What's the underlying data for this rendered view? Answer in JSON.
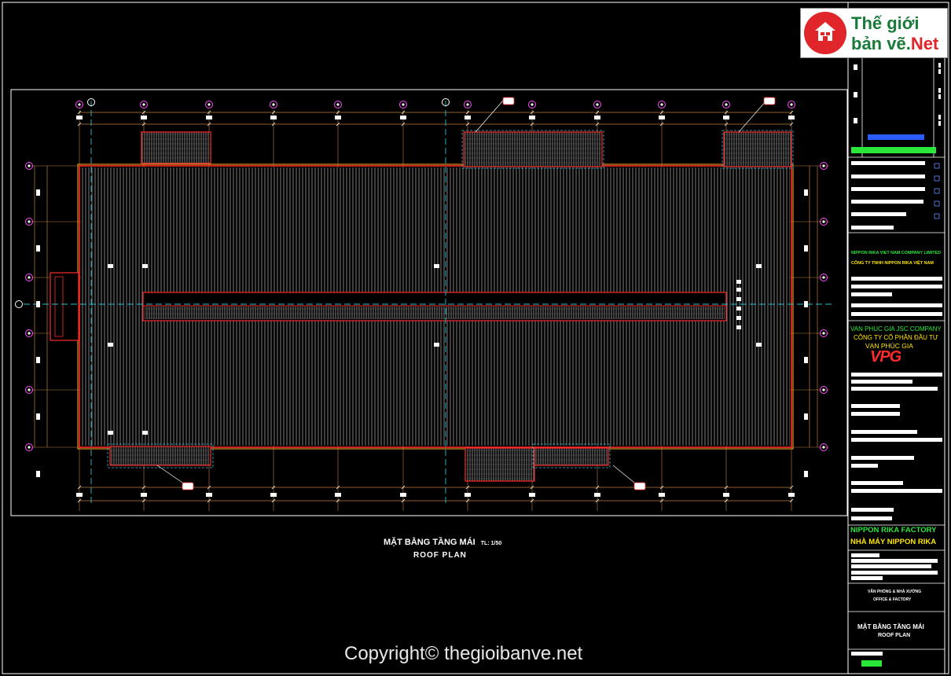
{
  "logo": {
    "line1": "Thế giới",
    "line2a": "bản vẽ.",
    "line2b": "Net",
    "icon": "house-icon"
  },
  "drawing": {
    "title_vn": "MẶT BẰNG TẦNG MÁI",
    "scale": "TL: 1/50",
    "title_en": "ROOF PLAN",
    "copyright": "Copyright© thegioibanve.net"
  },
  "title_block": {
    "client_en": "NIPPON RIKA VIET NAM COMPANY LIMITED",
    "client_vn": "CÔNG TY TNHH NIPPON RIKA VIỆT NAM",
    "consultant_en": "VAN PHUC GIA JSC COMPANY",
    "consultant_vn1": "CÔNG TY CỔ PHẦN ĐẦU TƯ",
    "consultant_vn2": "VẠN PHÚC GIA",
    "consultant_logo": "VPG",
    "project_en": "NIPPON RIKA FACTORY",
    "project_vn": "NHÀ MÁY NIPPON RIKA",
    "item_vn": "VĂN PHÒNG & NHÀ XƯỞNG",
    "item_en": "OFFICE & FACTORY",
    "sheet_vn": "MẶT BẰNG TẦNG MÁI",
    "sheet_en": "ROOF PLAN"
  },
  "colors": {
    "frame": "#ffffff",
    "roof_outline": "#ff2a2a",
    "gutter": "#ffb020",
    "grid": "#c08040",
    "centerline": "#29c0d0",
    "hatch": "#9a9a9a",
    "green_bar": "#29e83a",
    "blue_bar": "#2a5cff"
  }
}
